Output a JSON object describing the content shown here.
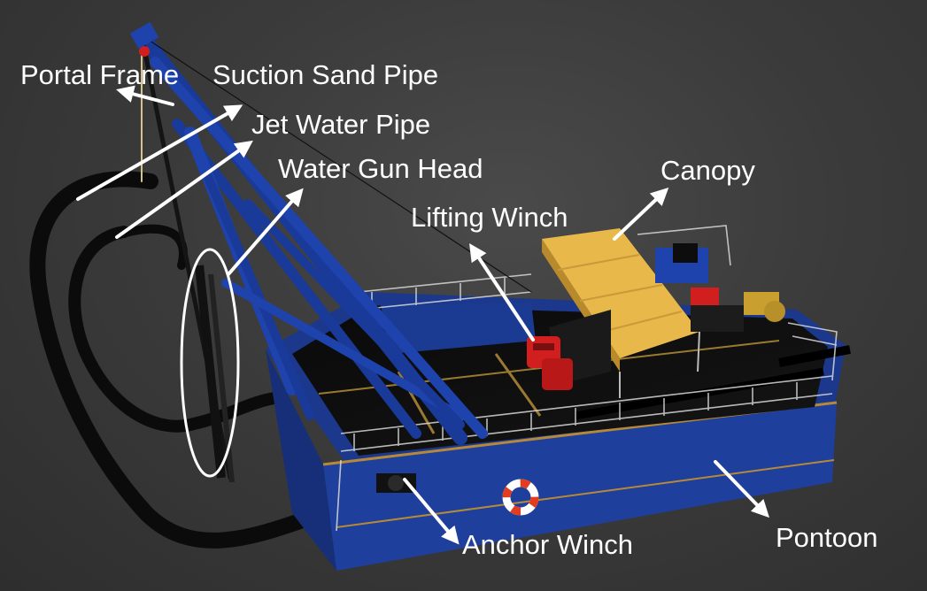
{
  "colors": {
    "background": "#3a3a3a",
    "hull_blue": "#1f3f9c",
    "canopy_yellow": "#e8b84b",
    "winch_red": "#d11f1f",
    "hose_black": "#0d0d0d",
    "label_white": "#ffffff"
  },
  "labels": {
    "portal_frame": "Portal Frame",
    "suction_sand_pipe": "Suction Sand Pipe",
    "jet_water_pipe": "Jet Water Pipe",
    "water_gun_head": "Water Gun Head",
    "canopy": "Canopy",
    "lifting_winch": "Lifting Winch",
    "anchor_winch": "Anchor Winch",
    "pontoon": "Pontoon"
  },
  "icons": [
    "arrow-icon",
    "life-ring-icon",
    "highlight-ellipse-icon"
  ]
}
